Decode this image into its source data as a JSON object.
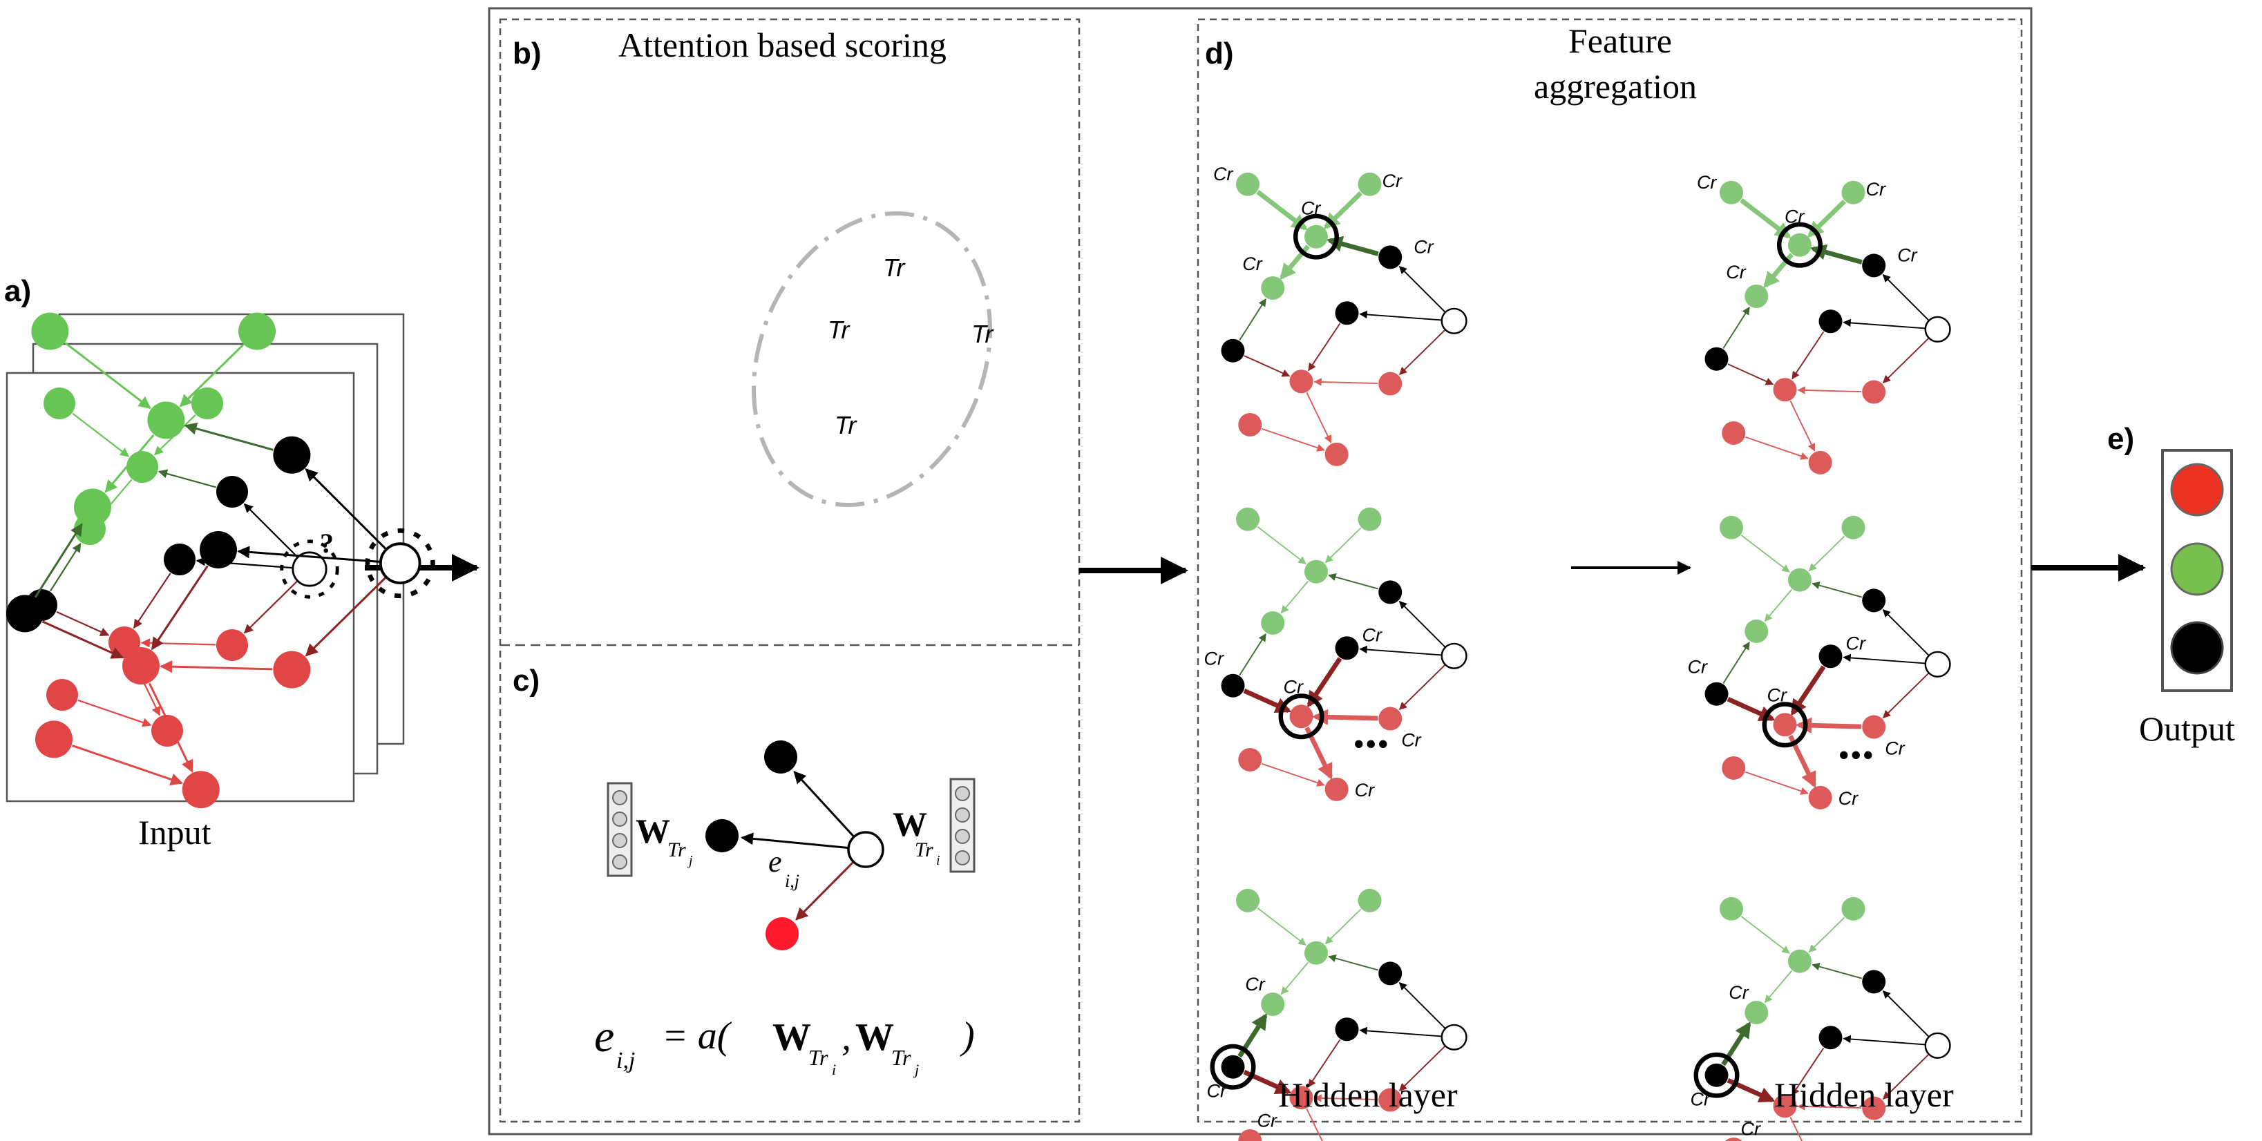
{
  "labels": {
    "a": "a)",
    "b": "b)",
    "c": "c)",
    "d": "d)",
    "e": "e)"
  },
  "titles": {
    "input": "Input",
    "attention": "Attention based scoring",
    "feature_line1": "Feature",
    "feature_line2": "aggregation",
    "hidden_left": "Hidden layer",
    "hidden_right": "Hidden layer",
    "output": "Output"
  },
  "symbols": {
    "question": "?",
    "tr": "Tr",
    "cr": "Cr",
    "ellipsis": "...",
    "w": "W",
    "e": "e",
    "ij": "i,j",
    "eq_mid": "= a(",
    "comma": ",",
    "close": ")",
    "sub_tr": "Tr",
    "sub_i": "i",
    "sub_j": "j"
  },
  "colors": {
    "green": "#66c555",
    "dark_green": "#3d6b2f",
    "red": "#e04646",
    "dark_red": "#8b2323",
    "bright_red": "#ff1a2c",
    "black": "#000000",
    "light_green": "#85c778",
    "light_red": "#dd5a5a",
    "out_red": "#ea3323",
    "out_green": "#78c04e"
  }
}
